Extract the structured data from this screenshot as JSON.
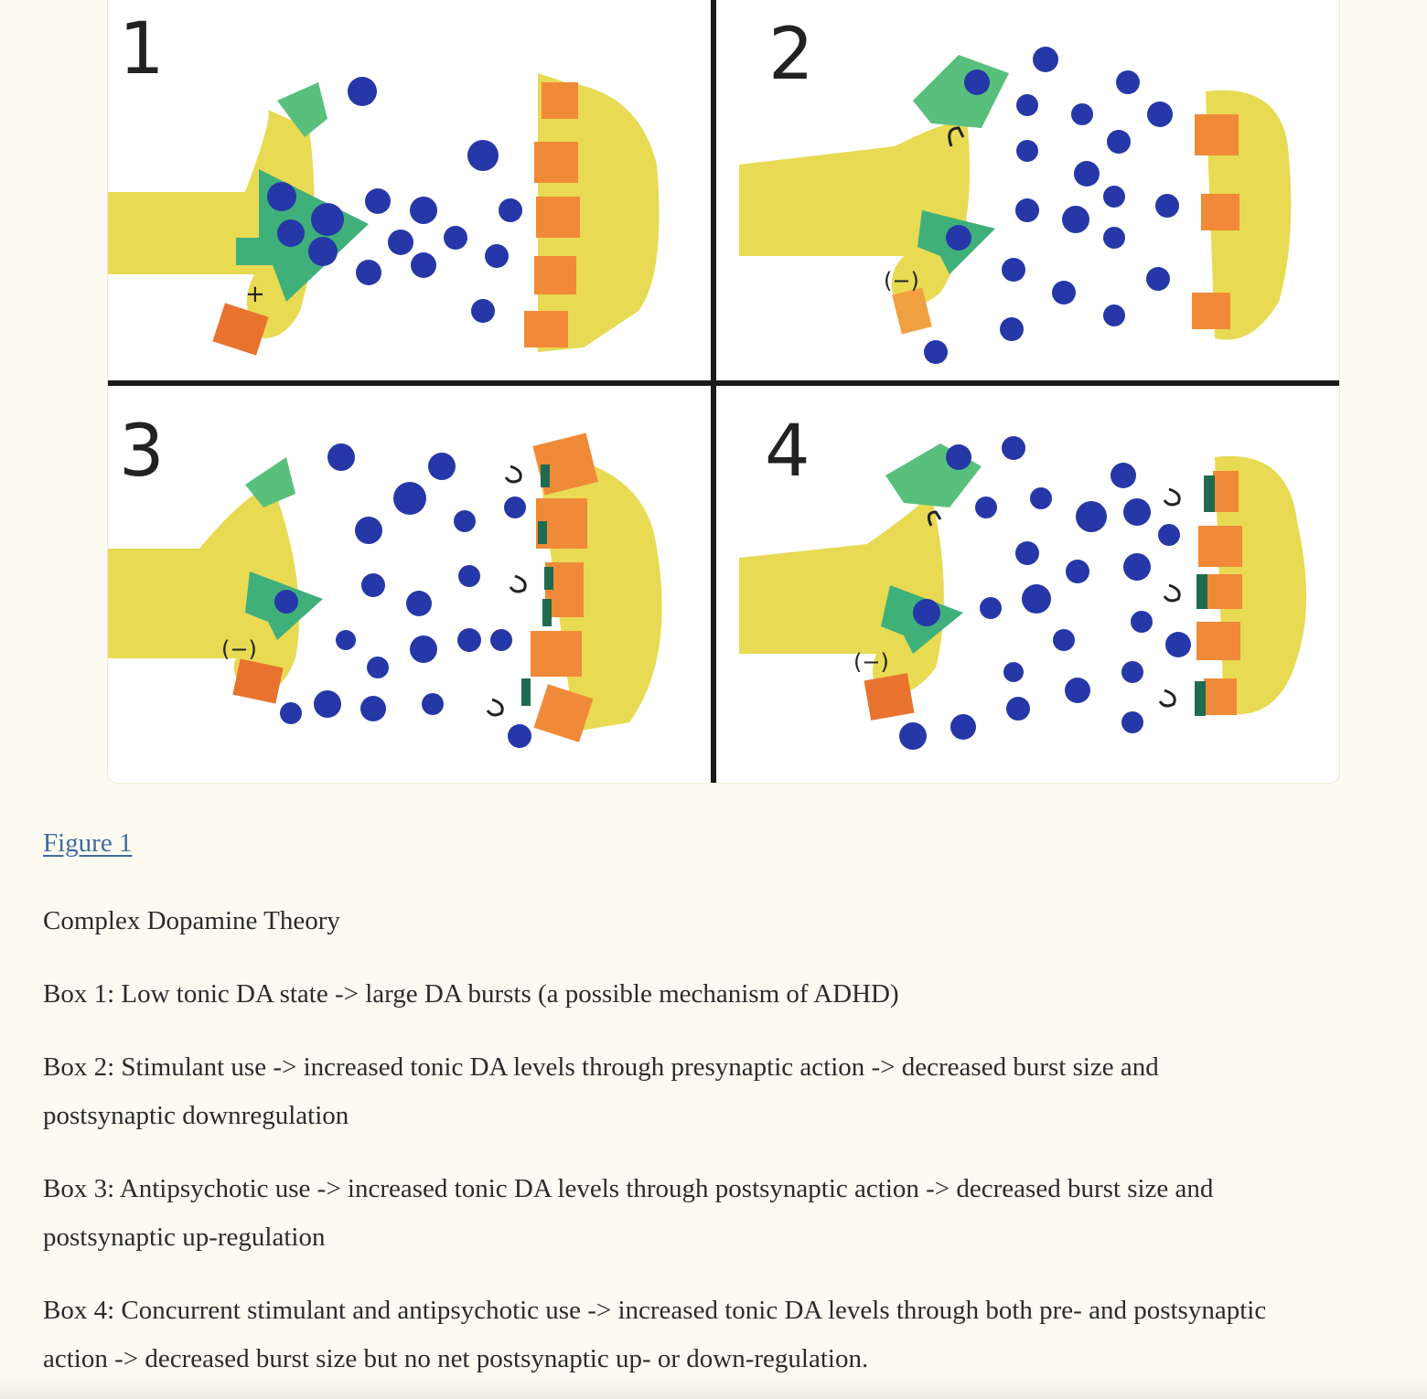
{
  "figure": {
    "panels": [
      {
        "label": "1",
        "signs": [
          "+"
        ]
      },
      {
        "label": "2",
        "signs": [
          "(−)"
        ]
      },
      {
        "label": "3",
        "signs": [
          "(−)"
        ]
      },
      {
        "label": "4",
        "signs": [
          "(−)"
        ]
      }
    ],
    "colors": {
      "neuron": "#e8da52",
      "transporter": "#58c07c",
      "autoreceptor": "#e8732e",
      "receptor": "#f08a38",
      "dopamine": "#2637a8",
      "blocker": "#1f6b50",
      "divider": "#1a1a1a"
    }
  },
  "caption": {
    "link": "Figure 1",
    "title": "Complex Dopamine Theory",
    "box1": "Box 1: Low tonic DA state -> large DA bursts (a possible mechanism of ADHD)",
    "box2_l1": "Box 2: Stimulant use -> increased tonic DA levels through presynaptic action -> decreased burst size and",
    "box2_l2": "postsynaptic downregulation",
    "box3_l1": "Box 3: Antipsychotic use -> increased tonic DA levels through postsynaptic action -> decreased burst size and",
    "box3_l2": "postsynaptic up-regulation",
    "box4_l1": "Box 4: Concurrent stimulant and antipsychotic use -> increased tonic DA levels through both pre- and postsynaptic",
    "box4_l2": "action -> decreased burst size but no net postsynaptic up- or down-regulation."
  }
}
